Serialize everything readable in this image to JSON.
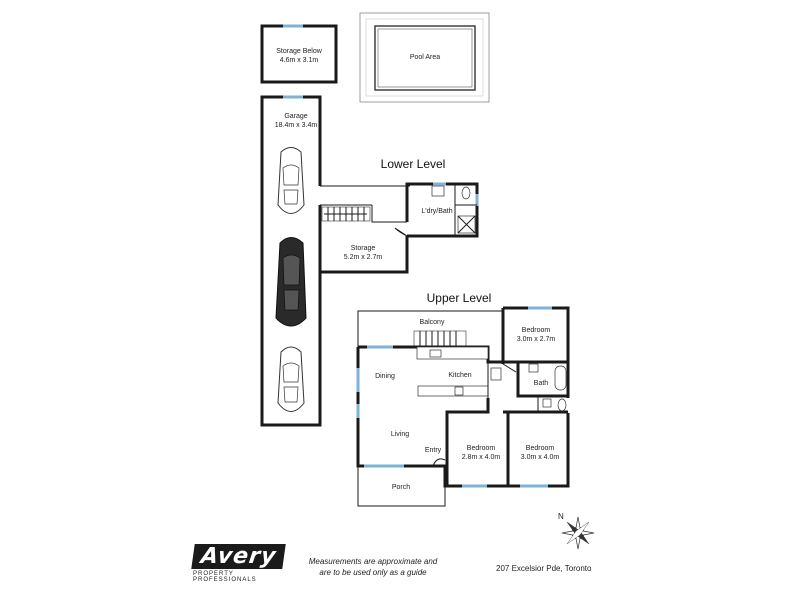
{
  "levels": {
    "lower": "Lower Level",
    "upper": "Upper Level"
  },
  "rooms": {
    "storage_below": {
      "name": "Storage Below",
      "size": "4.6m x 3.1m"
    },
    "pool": {
      "name": "Pool Area"
    },
    "garage": {
      "name": "Garage",
      "size": "18.4m x 3.4m"
    },
    "laundry": {
      "name": "L'dry/Bath"
    },
    "storage": {
      "name": "Storage",
      "size": "5.2m x 2.7m"
    },
    "balcony": {
      "name": "Balcony"
    },
    "bedroom_1": {
      "name": "Bedroom",
      "size": "3.0m x 2.7m"
    },
    "dining": {
      "name": "Dining"
    },
    "kitchen": {
      "name": "Kitchen"
    },
    "bath": {
      "name": "Bath"
    },
    "living": {
      "name": "Living"
    },
    "entry": {
      "name": "Entry"
    },
    "bedroom_2": {
      "name": "Bedroom",
      "size": "2.8m x 4.0m"
    },
    "bedroom_3": {
      "name": "Bedroom",
      "size": "3.0m x 4.0m"
    },
    "porch": {
      "name": "Porch"
    }
  },
  "compass": {
    "north": "N"
  },
  "brand": {
    "name": "Avery",
    "tagline": "PROPERTY PROFESSIONALS"
  },
  "disclaimer": "Measurements are approximate and are to be used only as a guide",
  "address": "207 Excelsior Pde, Toronto",
  "colors": {
    "walls": "#1a1a1a",
    "windows": "#7fb2d6"
  }
}
